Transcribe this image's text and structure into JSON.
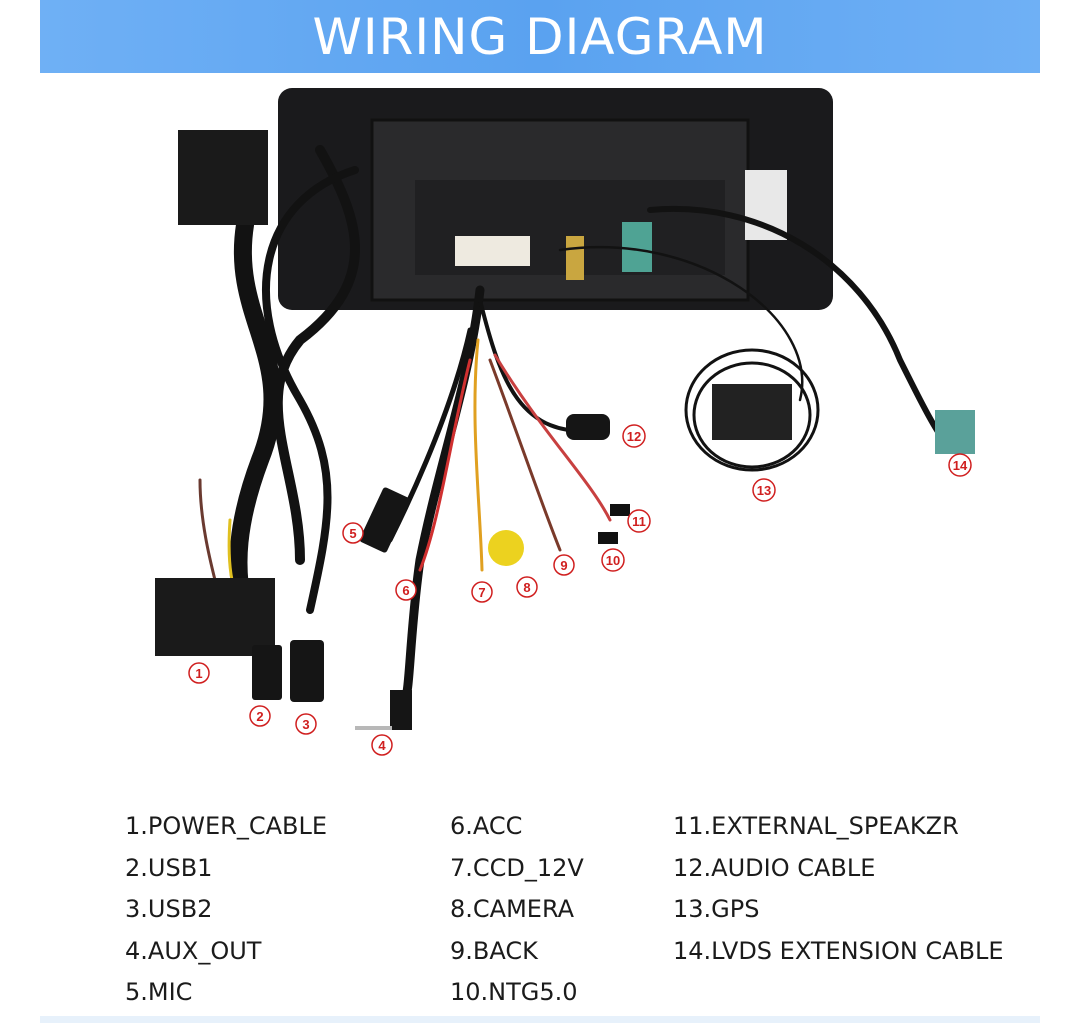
{
  "banner": {
    "title": "WIRING DIAGRAM"
  },
  "callouts": [
    "1",
    "2",
    "3",
    "4",
    "5",
    "6",
    "7",
    "8",
    "9",
    "10",
    "11",
    "12",
    "13",
    "14"
  ],
  "legend": {
    "col1": [
      "1.POWER_CABLE",
      "2.USB1",
      "3.USB2",
      "4.AUX_OUT",
      "5.MIC"
    ],
    "col2": [
      "6.ACC",
      "7.CCD_12V",
      "8.CAMERA",
      "9.BACK",
      "10.NTG5.0"
    ],
    "col3": [
      "11.EXTERNAL_SPEAKZR",
      "12.AUDIO CABLE",
      "13.GPS",
      "14.LVDS EXTENSION CABLE"
    ]
  },
  "colors": {
    "banner": "#5aa2f0",
    "callout": "#d01f1f"
  }
}
